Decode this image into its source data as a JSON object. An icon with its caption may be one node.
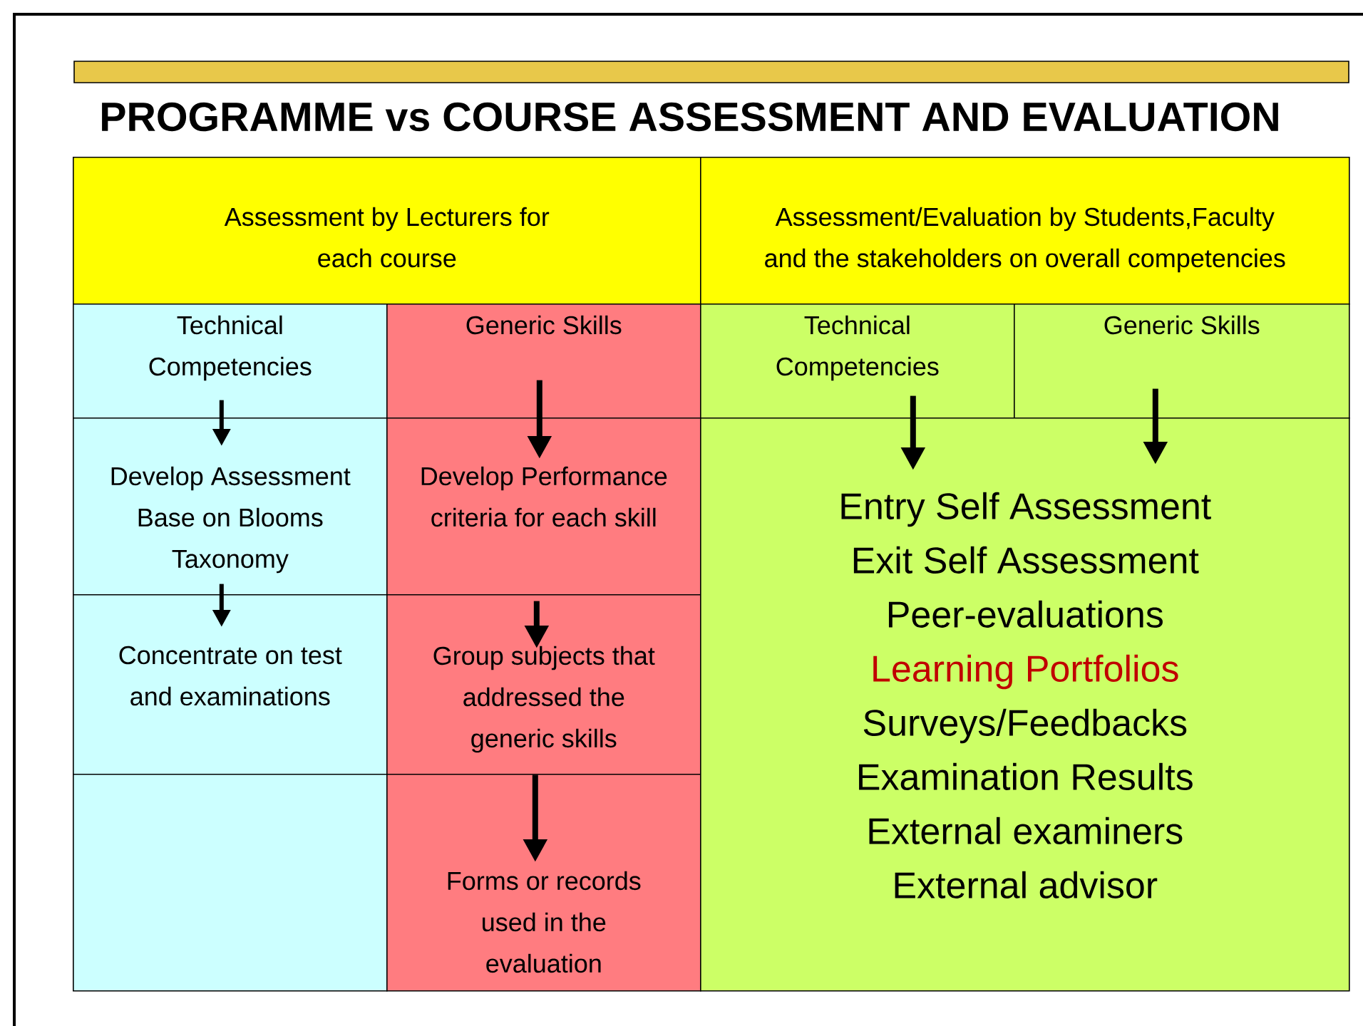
{
  "diagram": {
    "title": "PROGRAMME vs COURSE ASSESSMENT AND EVALUATION",
    "nodes": [
      {
        "text": [
          "Assessment by Lecturers for each course"
        ]
      },
      {
        "text": [
          "Assessment/Evaluation by Students,Faculty and the stakeholders on overall competencies"
        ]
      },
      {
        "text": [
          "Technical Competencies"
        ]
      },
      {
        "text": [
          "Generic Skills"
        ]
      },
      {
        "text": [
          "Technical Competencies"
        ]
      },
      {
        "text": [
          "Generic Skills"
        ]
      },
      {
        "text": [
          "Develop Assessment Base on Blooms Taxonomy"
        ]
      },
      {
        "text": [
          "Develop Performance criteria for each skill"
        ]
      },
      {
        "text": [
          "Concentrate on test and examinations"
        ]
      },
      {
        "text": [
          "Group subjects that addressed the generic skills"
        ]
      },
      {
        "text": [],
        "shape": "box"
      },
      {
        "text": [
          "Forms or records used in the evaluation"
        ]
      },
      {
        "text": [
          "Entry Self Assessment",
          "Exit Self Assessment",
          "Peer-evaluations",
          "Learning Portfolios",
          "Surveys/Feedbacks",
          "Examination Results",
          "External examiners",
          "External advisor"
        ]
      }
    ],
    "edges": [
      {
        "from": 2,
        "to": 6,
        "arrow": "to"
      },
      {
        "from": 3,
        "to": 7,
        "arrow": "to"
      },
      {
        "from": 6,
        "to": 8,
        "arrow": "to"
      },
      {
        "from": 7,
        "to": 9,
        "arrow": "to"
      },
      {
        "from": 9,
        "to": 11,
        "arrow": "to"
      },
      {
        "from": 4,
        "to": 12,
        "arrow": "to"
      },
      {
        "from": 5,
        "to": 12,
        "arrow": "to"
      }
    ]
  }
}
